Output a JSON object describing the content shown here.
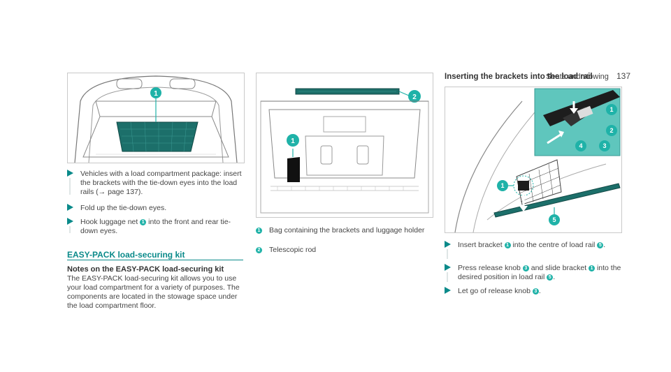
{
  "header": {
    "section": "Seats and stowing",
    "page": "137"
  },
  "figure1": {
    "callouts": [
      "1"
    ]
  },
  "col1": {
    "steps": [
      "Vehicles with a load compartment package: insert the brackets with the tie-down eyes into the load rails (→ page 137).",
      "Fold up the tie-down eyes.",
      {
        "pre": "Hook luggage net ",
        "num": "1",
        "post": " into the front and rear tie-down eyes."
      }
    ],
    "section_title": "EASY-PACK load-securing kit",
    "notes_title": "Notes on the EASY-PACK load-securing kit",
    "notes_body": "The EASY-PACK load-securing kit allows you to use your load compartment for a variety of purposes. The components are located in the stowage space under the load compartment floor."
  },
  "figure2": {
    "callouts": [
      "1",
      "2"
    ]
  },
  "col2": {
    "legend": [
      {
        "num": "1",
        "text": "Bag containing the brackets and luggage holder"
      },
      {
        "num": "2",
        "text": "Telescopic rod"
      }
    ]
  },
  "col3": {
    "title": "Inserting the brackets into the load rail",
    "steps": [
      {
        "parts": [
          "Insert bracket ",
          "1",
          " into the centre of load rail ",
          "5",
          "."
        ]
      },
      {
        "parts": [
          "Press release knob ",
          "3",
          " and slide bracket ",
          "1",
          " into the desired position in load rail ",
          "5",
          "."
        ]
      },
      {
        "parts": [
          "Let go of release knob ",
          "3",
          "."
        ]
      }
    ]
  },
  "figure3": {
    "callouts": [
      "1",
      "2",
      "3",
      "4",
      "1",
      "5"
    ]
  },
  "colors": {
    "accent": "#0a8a8a",
    "badge": "#1fb2a8",
    "net": "#1c6f6a"
  }
}
